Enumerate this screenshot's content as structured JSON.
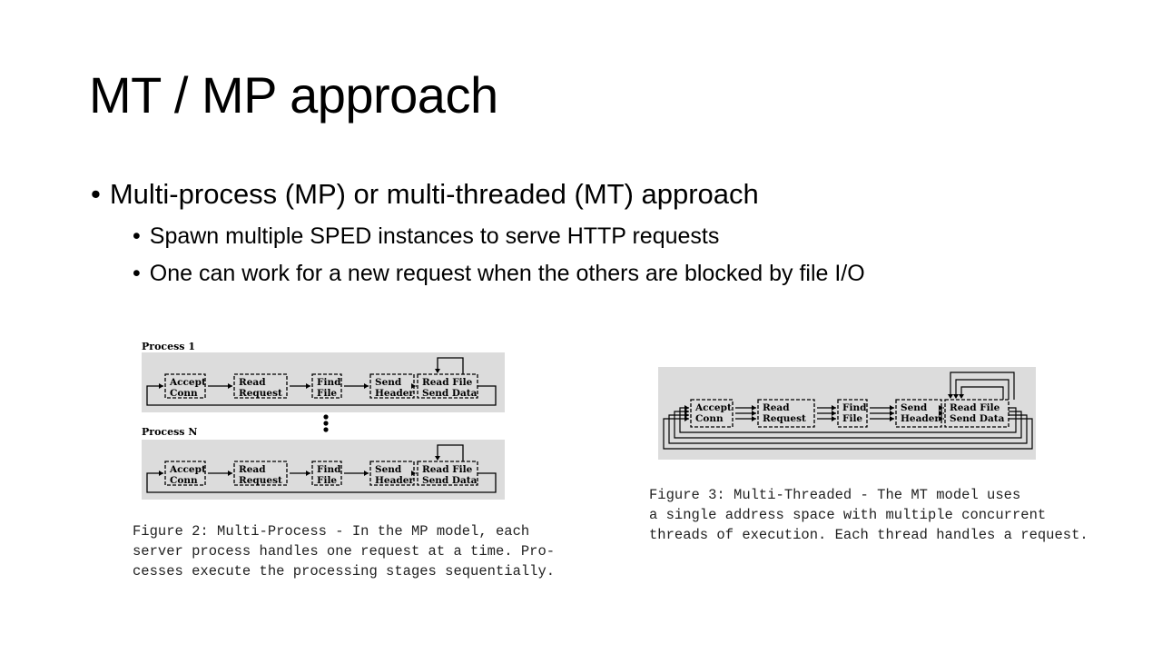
{
  "slide": {
    "title": "MT / MP approach",
    "bullet_main": "Multi-process (MP) or multi-threaded (MT) approach",
    "sub_bullets": [
      "Spawn multiple SPED instances to serve HTTP requests",
      "One can work for a new request when the others are blocked by file I/O"
    ],
    "bullet_glyph": "•"
  },
  "mp_figure": {
    "process_1_label": "Process 1",
    "process_n_label": "Process N",
    "stages": [
      [
        "Accept",
        "Conn"
      ],
      [
        "Read",
        "Request"
      ],
      [
        "Find",
        "File"
      ],
      [
        "Send",
        "Header"
      ],
      [
        "Read File",
        "Send Data"
      ]
    ],
    "caption_lines": [
      "Figure 2: Multi-Process - In the MP model, each",
      "server process handles one request at a time. Pro-",
      "cesses execute the processing stages sequentially."
    ]
  },
  "mt_figure": {
    "stages": [
      [
        "Accept",
        "Conn"
      ],
      [
        "Read",
        "Request"
      ],
      [
        "Find",
        "File"
      ],
      [
        "Send",
        "Header"
      ],
      [
        "Read File",
        "Send Data"
      ]
    ],
    "caption_lines": [
      "Figure 3: Multi-Threaded - The MT model uses",
      "a single address space with multiple concurrent",
      "threads of execution. Each thread handles a request."
    ]
  },
  "colors": {
    "panel_bg": "#dcdcdc",
    "line": "#000000"
  }
}
